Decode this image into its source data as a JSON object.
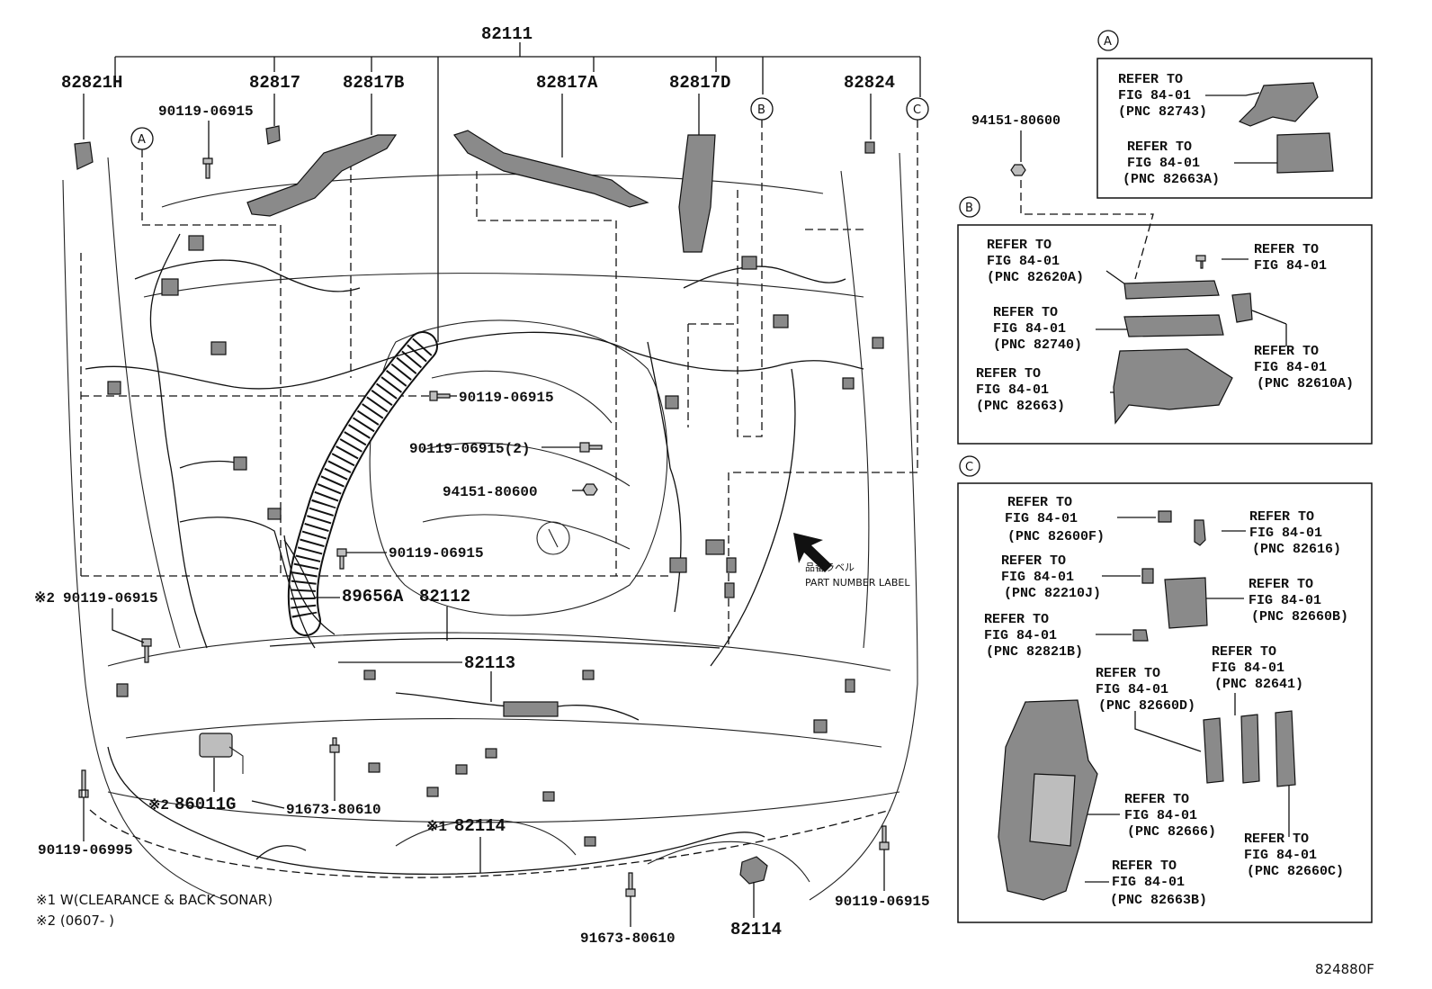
{
  "main": {
    "top_part": "82111",
    "top_labels": [
      "82821H",
      "82817",
      "82817B",
      "82817A",
      "82817D",
      "82824"
    ],
    "refs": [
      "A",
      "B",
      "C"
    ],
    "bolts": {
      "b1": "90119-06915",
      "b2": "90119-06915",
      "b3": "90119-06915(2)",
      "b4": "94151-80600",
      "b5": "90119-06915",
      "b6": "90119-06915",
      "b7": "90119-06995",
      "b8": "90119-06915",
      "b9": "91673-80610",
      "b10": "91673-80610"
    },
    "mark2": "※2",
    "mark1": "※1",
    "parts": {
      "p89656A": "89656A",
      "p82112": "82112",
      "p82113": "82113",
      "p86011G": "86011G",
      "p82114a": "82114",
      "p82114b": "82114"
    },
    "label_jp": "品番ラベル",
    "label_en": "PART NUMBER LABEL",
    "notes": [
      "※1 W(CLEARANCE & BACK SONAR)",
      "※2 (0607-      )"
    ],
    "figure_code": "824880F"
  },
  "inset_a": {
    "letter": "A",
    "items": [
      {
        "l1": "REFER TO",
        "l2": "FIG 84-01",
        "l3": "(PNC 82743)"
      },
      {
        "l1": "REFER TO",
        "l2": "FIG 84-01",
        "l3": "(PNC 82663A)"
      }
    ]
  },
  "inset_b": {
    "letter": "B",
    "top_part": "94151-80600",
    "items": [
      {
        "l1": "REFER TO",
        "l2": "FIG 84-01",
        "l3": "(PNC 82620A)"
      },
      {
        "l1": "REFER TO",
        "l2": "FIG 84-01",
        "l3": ""
      },
      {
        "l1": "REFER TO",
        "l2": "FIG 84-01",
        "l3": "(PNC 82740)"
      },
      {
        "l1": "REFER TO",
        "l2": "FIG 84-01",
        "l3": "(PNC 82610A)"
      },
      {
        "l1": "REFER TO",
        "l2": "FIG 84-01",
        "l3": "(PNC 82663)"
      }
    ]
  },
  "inset_c": {
    "letter": "C",
    "items": [
      {
        "l1": "REFER TO",
        "l2": "FIG 84-01",
        "l3": "(PNC 82600F)"
      },
      {
        "l1": "REFER TO",
        "l2": "FIG 84-01",
        "l3": "(PNC 82616)"
      },
      {
        "l1": "REFER TO",
        "l2": "FIG 84-01",
        "l3": "(PNC 82210J)"
      },
      {
        "l1": "REFER TO",
        "l2": "FIG 84-01",
        "l3": "(PNC 82660B)"
      },
      {
        "l1": "REFER TO",
        "l2": "FIG 84-01",
        "l3": "(PNC 82821B)"
      },
      {
        "l1": "REFER TO",
        "l2": "FIG 84-01",
        "l3": "(PNC 82641)"
      },
      {
        "l1": "REFER TO",
        "l2": "FIG 84-01",
        "l3": "(PNC 82660D)"
      },
      {
        "l1": "REFER TO",
        "l2": "FIG 84-01",
        "l3": "(PNC 82666)"
      },
      {
        "l1": "REFER TO",
        "l2": "FIG 84-01",
        "l3": "(PNC 82660C)"
      },
      {
        "l1": "REFER TO",
        "l2": "FIG 84-01",
        "l3": "(PNC 82663B)"
      }
    ]
  }
}
